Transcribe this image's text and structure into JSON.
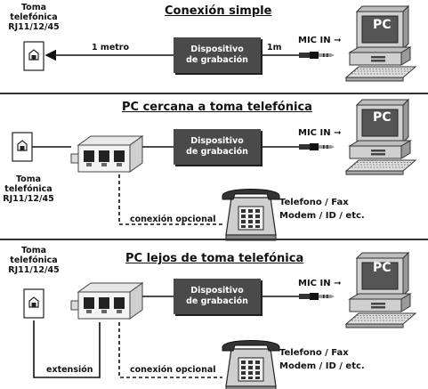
{
  "panels": [
    {
      "title": "Conexión simple",
      "outlet_label": [
        "Toma",
        "telefónica",
        "RJ11/12/45"
      ],
      "cable_left_label": "1 metro",
      "cable_right_label": "1m",
      "device_label": [
        "Dispositivo",
        "de grabación"
      ],
      "mic_label": "MIC IN",
      "pc_label": "PC"
    },
    {
      "title": "PC cercana a toma telefónica",
      "outlet_label": [
        "Toma",
        "telefónica",
        "RJ11/12/45"
      ],
      "device_label": [
        "Dispositivo",
        "de grabación"
      ],
      "mic_label": "MIC IN",
      "pc_label": "PC",
      "optional_label": "conexión opcional",
      "phone_label": [
        "Telefono / Fax",
        "Modem / ID / etc."
      ]
    },
    {
      "title": "PC lejos de toma telefónica",
      "outlet_label": [
        "Toma",
        "telefónica",
        "RJ11/12/45"
      ],
      "device_label": [
        "Dispositivo",
        "de grabación"
      ],
      "mic_label": "MIC IN",
      "pc_label": "PC",
      "optional_label": "conexión opcional",
      "extension_label": "extensión",
      "phone_label": [
        "Telefono / Fax",
        "Modem / ID / etc."
      ]
    }
  ],
  "colors": {
    "device_box": "#4a4a4a",
    "line": "#111111",
    "divider": "#333333"
  }
}
